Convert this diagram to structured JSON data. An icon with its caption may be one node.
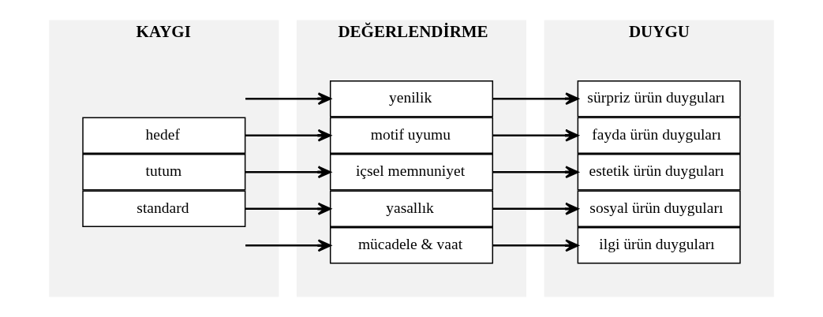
{
  "diagram": {
    "nodes": [
      {
        "text": [
          "KAYGI"
        ]
      },
      {
        "text": [
          "hedef"
        ],
        "in": 0
      },
      {
        "text": [
          "tutum"
        ],
        "in": 0
      },
      {
        "text": [
          "standard"
        ],
        "in": 0
      },
      {
        "text": [
          "DEĞERLENDİRME"
        ]
      },
      {
        "text": [
          "yenilik"
        ],
        "in": 4
      },
      {
        "text": [
          "motif uyumu"
        ],
        "in": 4
      },
      {
        "text": [
          "içsel memnuniyet"
        ],
        "in": 4
      },
      {
        "text": [
          "yasallık"
        ],
        "in": 4
      },
      {
        "text": [
          "mücadele & vaat"
        ],
        "in": 4
      },
      {
        "text": [
          "DUYGU"
        ]
      },
      {
        "text": [
          "sürpriz ürün duyguları"
        ],
        "in": 10
      },
      {
        "text": [
          "fayda ürün duyguları"
        ],
        "in": 10
      },
      {
        "text": [
          "estetik ürün duyguları"
        ],
        "in": 10
      },
      {
        "text": [
          "sosyal ürün duyguları"
        ],
        "in": 10
      },
      {
        "text": [
          "ilgi ürün duyguları"
        ],
        "in": 10
      }
    ],
    "edges": [
      {
        "from": null,
        "to": 5,
        "arrow": "to"
      },
      {
        "from": 1,
        "to": 6,
        "arrow": "to"
      },
      {
        "from": 2,
        "to": 7,
        "arrow": "to"
      },
      {
        "from": 3,
        "to": 8,
        "arrow": "to"
      },
      {
        "from": null,
        "to": 9,
        "arrow": "to"
      },
      {
        "from": 5,
        "to": 11,
        "arrow": "to"
      },
      {
        "from": 6,
        "to": 12,
        "arrow": "to"
      },
      {
        "from": 7,
        "to": 13,
        "arrow": "to"
      },
      {
        "from": 8,
        "to": 14,
        "arrow": "to"
      },
      {
        "from": 9,
        "to": 15,
        "arrow": "to"
      }
    ]
  }
}
